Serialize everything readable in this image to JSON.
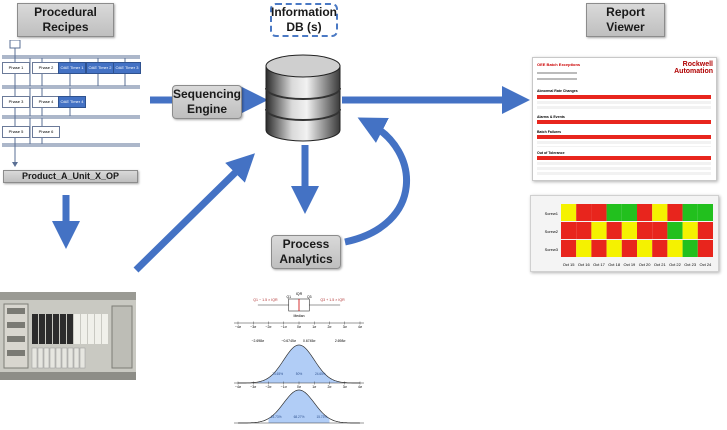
{
  "labels": {
    "procedural_recipes": "Procedural\nRecipes",
    "information_db": "Information\nDB (s)",
    "report_viewer": "Report\nViewer",
    "sequencing_engine": "Sequencing\nEngine",
    "process_analytics": "Process\nAnalytics",
    "recipe_name": "Product_A_Unit_X_OP"
  },
  "recipe_phases": [
    "Phase 1",
    "Phase 2",
    "OAE Timer 1",
    "OAE Timer 2",
    "OAE Timer 3",
    "Phase 3",
    "Phase 4",
    "OAE Timer 4",
    "Phase 5",
    "Phase 6"
  ],
  "report": {
    "heading": "OEE Batch Exceptions",
    "brand_line1": "Rockwell",
    "brand_line2": "Automation",
    "sections": [
      "Abnormal Rate Changes",
      "Alarms & Events",
      "Batch Failures",
      "Out of Tolerance"
    ]
  },
  "heatmap": {
    "rows": [
      "Screw1",
      "Screw2",
      "Screw3"
    ],
    "columns": [
      "Oct 15",
      "Oct 16",
      "Oct 17",
      "Oct 18",
      "Oct 19",
      "Oct 20",
      "Oct 21",
      "Oct 22",
      "Oct 23",
      "Oct 24"
    ]
  },
  "stats_chart": {
    "top_labels": {
      "q1": "Q1 − 1.5 × IQR",
      "q3": "Q3 + 1.5 × IQR",
      "iqr": "IQR",
      "q1s": "Q1",
      "q3s": "Q3",
      "median": "Median"
    },
    "axis_ticks": [
      "−4σ",
      "−3σ",
      "−2σ",
      "−1σ",
      "0σ",
      "1σ",
      "2σ",
      "3σ",
      "4σ"
    ],
    "mid_labels": [
      "−2.698σ",
      "−0.6745σ",
      "0.6745σ",
      "2.698σ"
    ],
    "mid_pcts": [
      "24.65%",
      "50%",
      "24.65%"
    ],
    "bot_pcts": [
      "15.73%",
      "68.27%",
      "15.73%"
    ]
  },
  "colors": {
    "arrow": "#4472c4",
    "red": "#e8251d",
    "yellow": "#f5f200",
    "green": "#22c01e"
  }
}
